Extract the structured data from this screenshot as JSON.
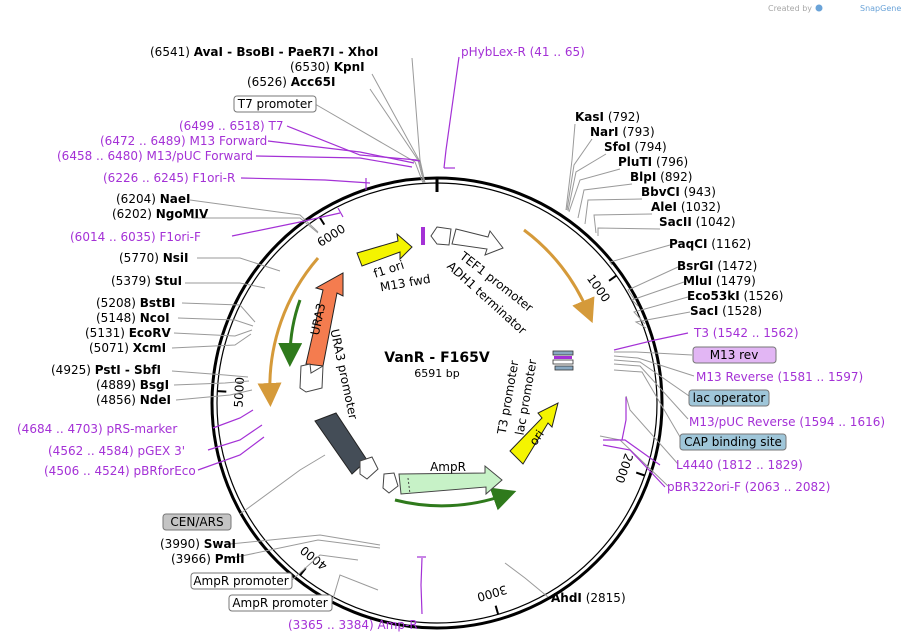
{
  "credit": {
    "prefix": "Created by",
    "brand": "SnapGene"
  },
  "plasmid": {
    "name": "VanR - F165V",
    "length_label": "6591 bp",
    "length": 6591
  },
  "ticks": [
    "1000",
    "2000",
    "3000",
    "4000",
    "5000",
    "6000"
  ],
  "sites": [
    {
      "pos": "(6541)",
      "name": "AvaI  - BsoBI  - PaeR7I  - XhoI"
    },
    {
      "pos": "(6530)",
      "name": "KpnI"
    },
    {
      "pos": "(6526)",
      "name": "Acc65I"
    },
    {
      "pos": "(6204)",
      "name": "NaeI"
    },
    {
      "pos": "(6202)",
      "name": "NgoMIV"
    },
    {
      "pos": "(5770)",
      "name": "NsiI"
    },
    {
      "pos": "(5379)",
      "name": "StuI"
    },
    {
      "pos": "(5208)",
      "name": "BstBI"
    },
    {
      "pos": "(5148)",
      "name": "NcoI"
    },
    {
      "pos": "(5131)",
      "name": "EcoRV"
    },
    {
      "pos": "(5071)",
      "name": "XcmI"
    },
    {
      "pos": "(4925)",
      "name": "PstI  - SbfI"
    },
    {
      "pos": "(4889)",
      "name": "BsgI"
    },
    {
      "pos": "(4856)",
      "name": "NdeI"
    },
    {
      "pos": "(3990)",
      "name": "SwaI"
    },
    {
      "pos": "(3966)",
      "name": "PmlI"
    },
    {
      "pos": "(792)",
      "name": "KasI"
    },
    {
      "pos": "(793)",
      "name": "NarI"
    },
    {
      "pos": "(794)",
      "name": "SfoI"
    },
    {
      "pos": "(796)",
      "name": "PluTI"
    },
    {
      "pos": "(892)",
      "name": "BlpI"
    },
    {
      "pos": "(943)",
      "name": "BbvCI"
    },
    {
      "pos": "(1032)",
      "name": "AleI"
    },
    {
      "pos": "(1042)",
      "name": "SacII"
    },
    {
      "pos": "(1162)",
      "name": "PaqCI"
    },
    {
      "pos": "(1472)",
      "name": "BsrGI"
    },
    {
      "pos": "(1479)",
      "name": "MluI"
    },
    {
      "pos": "(1526)",
      "name": "Eco53kI"
    },
    {
      "pos": "(1528)",
      "name": "SacI"
    },
    {
      "pos": "(2815)",
      "name": "AhdI"
    }
  ],
  "primers": [
    {
      "name": "pHybLex-R",
      "range": "(41 .. 65)"
    },
    {
      "name": "T7",
      "range": "(6499 .. 6518)"
    },
    {
      "name": "M13 Forward",
      "range": "(6472 .. 6489)"
    },
    {
      "name": "M13/pUC Forward",
      "range": "(6458 .. 6480)"
    },
    {
      "name": "F1ori-R",
      "range": "(6226 .. 6245)"
    },
    {
      "name": "F1ori-F",
      "range": "(6014 .. 6035)"
    },
    {
      "name": "pRS-marker",
      "range": "(4684 .. 4703)"
    },
    {
      "name": "pGEX 3'",
      "range": "(4562 .. 4584)"
    },
    {
      "name": "pBRforEco",
      "range": "(4506 .. 4524)"
    },
    {
      "name": "Amp-R",
      "range": "(3365 .. 3384)"
    },
    {
      "name": "T3",
      "range": "(1542 .. 1562)"
    },
    {
      "name": "M13 Reverse",
      "range": "(1581 .. 1597)"
    },
    {
      "name": "M13/pUC Reverse",
      "range": "(1594 .. 1616)"
    },
    {
      "name": "L4440",
      "range": "(1812 .. 1829)"
    },
    {
      "name": "pBR322ori-F",
      "range": "(2063 .. 2082)"
    }
  ],
  "feature_boxes": [
    {
      "name": "T7 promoter",
      "fill": "#ffffff"
    },
    {
      "name": "M13 rev",
      "fill": "#e2b6f4"
    },
    {
      "name": "lac operator",
      "fill": "#9fc6d9"
    },
    {
      "name": "CAP binding site",
      "fill": "#9fc6d9"
    },
    {
      "name": "CEN/ARS",
      "fill": "#c4c4c4"
    },
    {
      "name": "AmpR promoter",
      "fill": "#ffffff"
    },
    {
      "name": "AmpR promoter",
      "fill": "#ffffff"
    }
  ],
  "arc_labels": {
    "f1_ori": "f1 ori",
    "m13_fwd": "M13 fwd",
    "tef1": "TEF1 promoter",
    "adh1": "ADH1 terminator",
    "ura3": "URA3",
    "ura3_promoter": "URA3 promoter",
    "ampr": "AmpR",
    "ori": "ori",
    "t3_promoter": "T3 promoter",
    "lac_promoter": "lac promoter"
  },
  "colors": {
    "primer": "#a431d6",
    "ura3": "#f47c4f",
    "f1ori": "#f4f400",
    "ori": "#f4f400",
    "ampr": "#c7f2c7",
    "cen_ars": "#444d57",
    "orf_orange": "#f0b55e",
    "orf_green": "#3c8e24",
    "backbone": "#000000"
  }
}
